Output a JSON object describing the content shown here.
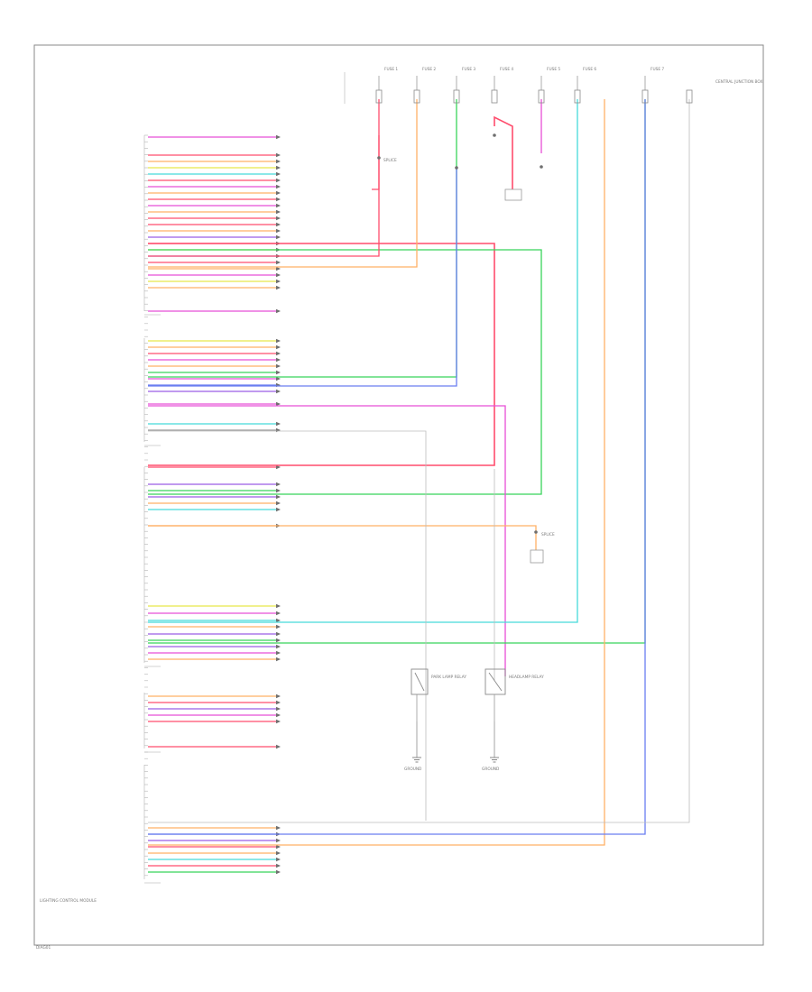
{
  "diagram": {
    "figure_code": "DIAG01",
    "module_label": "LIGHTING CONTROL MODULE",
    "colors": {
      "frame": "#8a8a8a",
      "pink": "#e84fd6",
      "red": "#ff4d6d",
      "orange": "#ffb066",
      "yellow": "#e8e84a",
      "green": "#38d45a",
      "cyan": "#46dada",
      "blue": "#6a7ef0",
      "violet": "#9b5de5",
      "gray": "#9a9a9a"
    },
    "fuses": [
      "FUSE 1",
      "FUSE 2",
      "FUSE 3",
      "FUSE 4",
      "FUSE 5",
      "FUSE 6",
      "FUSE 7"
    ],
    "right_note": "CENTRAL JUNCTION BOX",
    "components": {
      "relay_left": "PARK LAMP RELAY",
      "relay_right": "HEADLAMP RELAY",
      "ground_left": "GROUND",
      "ground_right": "GROUND",
      "splice_top": "SPLICE",
      "splice_mid": "SPLICE"
    }
  }
}
